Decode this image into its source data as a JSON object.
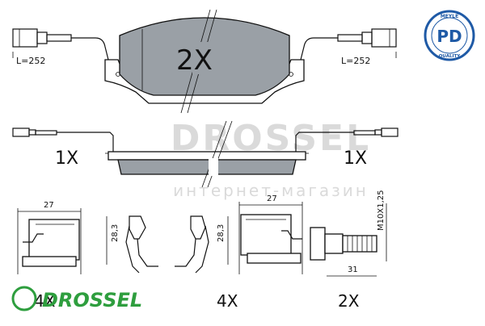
{
  "top_view": {
    "quantity": "2X",
    "left_wire_length": "L=252",
    "right_wire_length": "L=252"
  },
  "side_view": {
    "left_quantity": "1X",
    "right_quantity": "1X"
  },
  "brand_badge": {
    "letters": "PD",
    "ring_top": "MEYLE",
    "ring_bottom": "QUALITY",
    "color": "#1f5aa6"
  },
  "watermark": {
    "brand": "DROSSEL",
    "subtitle": "интернет-магазин",
    "logo_text": "DROSSEL"
  },
  "accessories": {
    "clip_plate_width": "27",
    "clip_plate_width_right": "27",
    "spring_height_left": "28,3",
    "spring_height_right": "28,3",
    "bolt_thread": "M10X1,25",
    "bolt_length": "31",
    "quantity_clips": "4X",
    "quantity_springs": "4X",
    "quantity_bolts": "2X"
  }
}
